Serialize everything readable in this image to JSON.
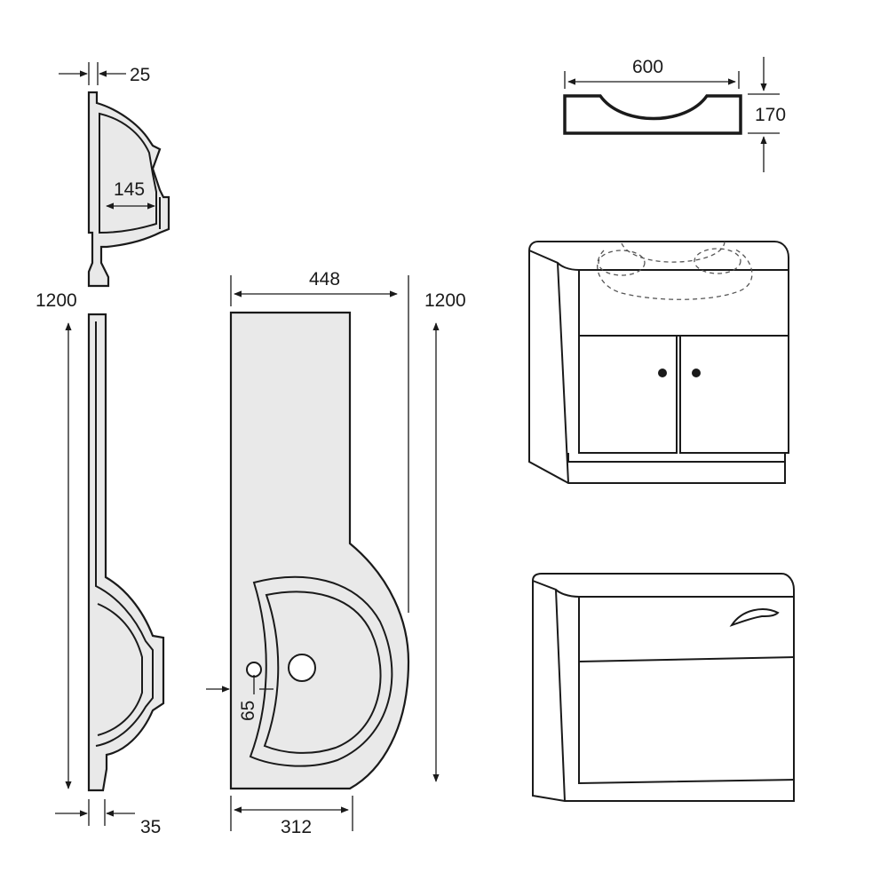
{
  "dimensions": {
    "side_top_thickness": "25",
    "side_bowl_depth": "145",
    "side_height": "1200",
    "side_bottom_thickness": "35",
    "plan_top_width": "448",
    "plan_height": "1200",
    "plan_bottom_width": "312",
    "plan_tap_offset": "65",
    "slab_width": "600",
    "slab_height": "170"
  }
}
